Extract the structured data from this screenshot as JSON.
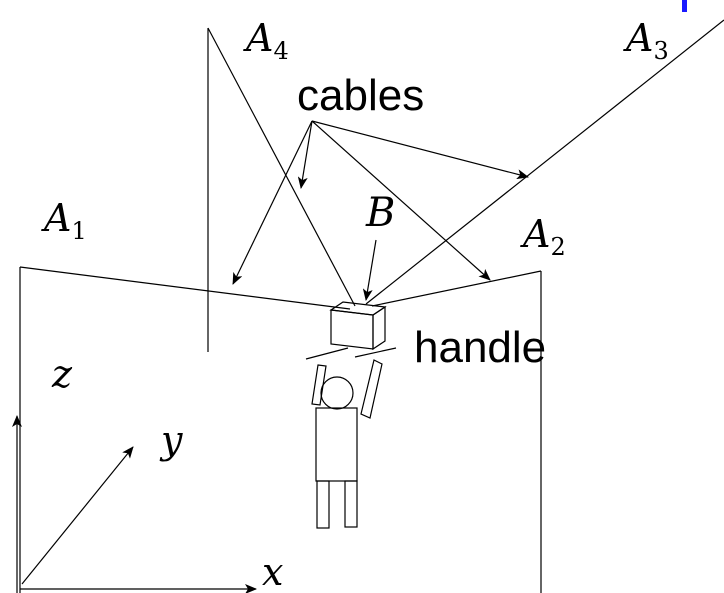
{
  "labels": {
    "a4": "A",
    "a4_sub": "4",
    "a3": "A",
    "a3_sub": "3",
    "a1": "A",
    "a1_sub": "1",
    "a2": "A",
    "a2_sub": "2",
    "b": "B",
    "cables": "cables",
    "handle": "handle",
    "z": "z",
    "y": "y",
    "x": "x"
  },
  "colors": {
    "ink": "#000000",
    "blue_mark": "#1a1aff"
  }
}
